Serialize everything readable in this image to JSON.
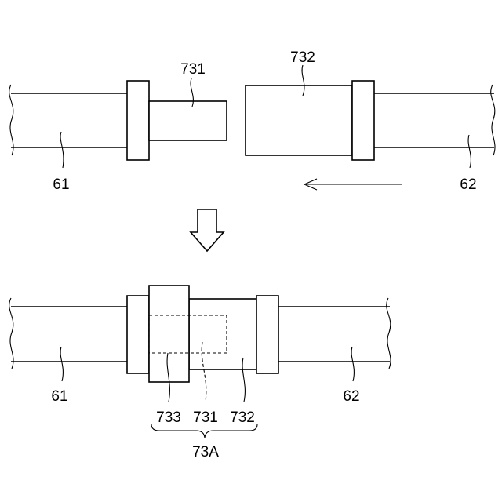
{
  "diagram": {
    "labels": {
      "top_rod_left": "61",
      "top_rod_right": "62",
      "top_pin": "731",
      "top_sleeve": "732",
      "bottom_rod_left": "61",
      "bottom_rod_right": "62",
      "bottom_part_733": "733",
      "bottom_part_731": "731",
      "bottom_part_732": "732",
      "assembly": "73A"
    }
  }
}
